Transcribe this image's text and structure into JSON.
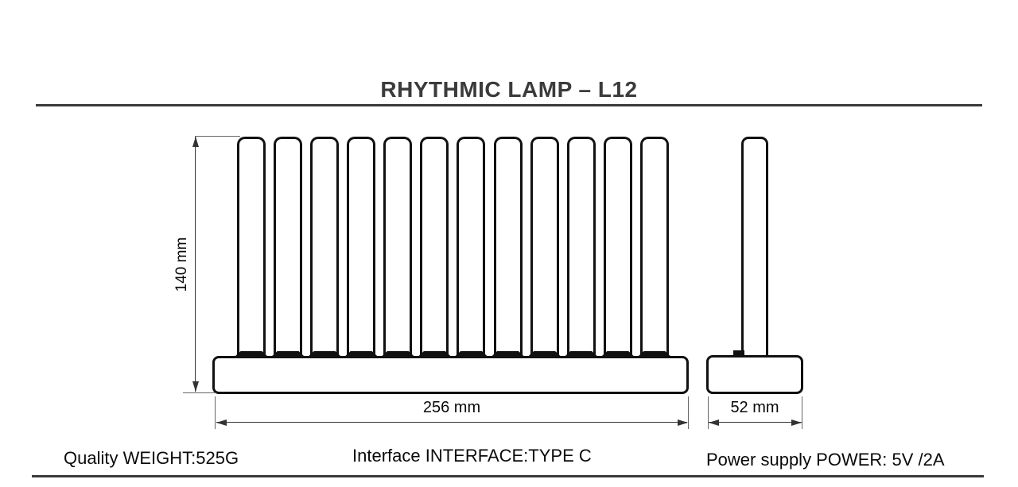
{
  "title": "RHYTHMIC LAMP – L12",
  "drawing": {
    "front_view": {
      "tube_count": 12,
      "height_dimension": "140 mm",
      "width_dimension": "256 mm"
    },
    "side_view": {
      "width_dimension": "52 mm"
    }
  },
  "specs": {
    "weight": "Quality WEIGHT:525G",
    "interface": "Interface INTERFACE:TYPE C",
    "power": "Power supply POWER: 5V /2A"
  },
  "colors": {
    "drawing_line": "#111111",
    "dimension_line": "#333333",
    "extension_line": "#666666",
    "title_text": "#3b3b3b",
    "rule": "#3a3a3a",
    "label_text": "#0a0a0a"
  }
}
